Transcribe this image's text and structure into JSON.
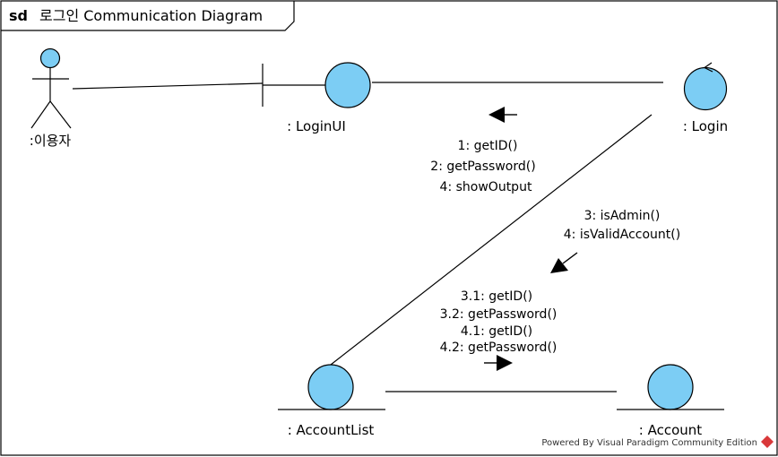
{
  "frame": {
    "keyword": "sd",
    "title": "로그인 Communication Diagram"
  },
  "objects": {
    "actor": ":이용자",
    "login_ui": ": LoginUI",
    "login": ": Login",
    "account_list": ": AccountList",
    "account": ": Account"
  },
  "messages": {
    "ui_login": [
      "1: getID()",
      "2: getPassword()",
      "4: showOutput"
    ],
    "login_accountlist": [
      "3: isAdmin()",
      "4: isValidAccount()"
    ],
    "accountlist_account": [
      "3.1: getID()",
      "3.2: getPassword()",
      "4.1: getID()",
      "4.2: getPassword()"
    ]
  },
  "watermark": "Powered By Visual Paradigm Community Edition",
  "colors": {
    "object_fill": "#7ccdf4",
    "stroke": "#000000",
    "watermark_icon": "#d9383a"
  }
}
